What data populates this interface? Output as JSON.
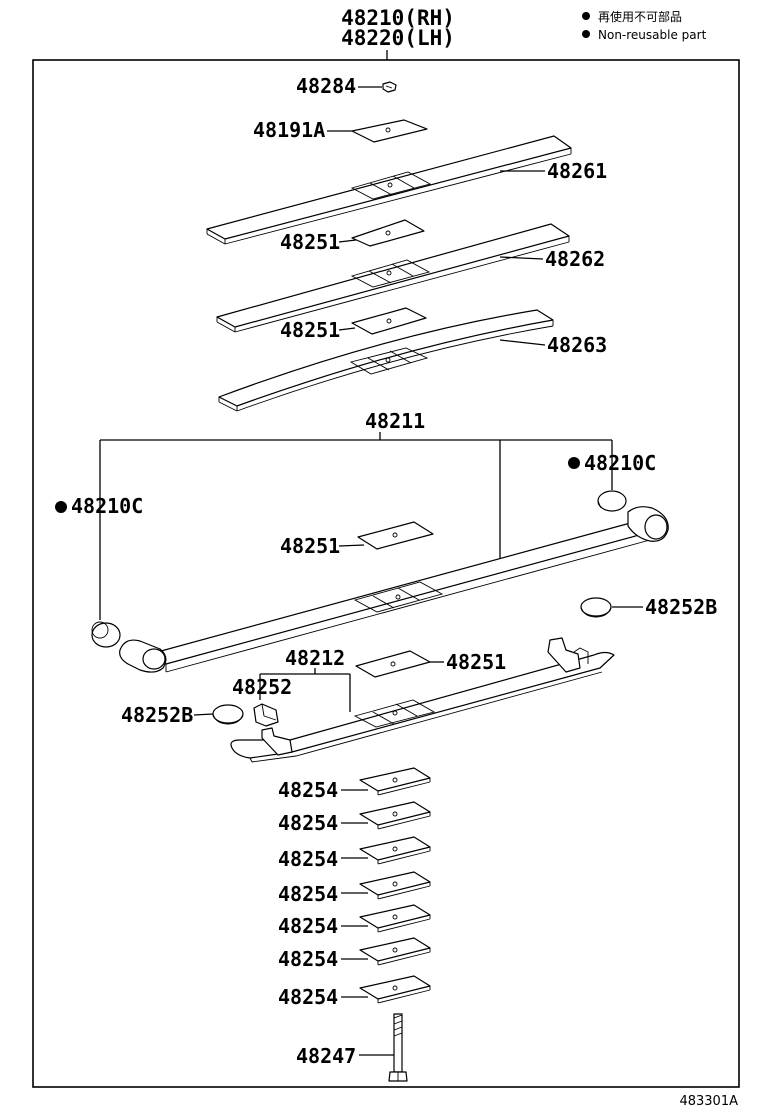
{
  "header": {
    "rh": "48210(RH)",
    "lh": "48220(LH)"
  },
  "legend": {
    "mark": "●",
    "ja": "再使用不可部品",
    "en": "Non-reusable part"
  },
  "parts": {
    "p48284": "48284",
    "p48191A": "48191A",
    "p48261": "48261",
    "p48251_a": "48251",
    "p48262": "48262",
    "p48251_b": "48251",
    "p48263": "48263",
    "p48211": "48211",
    "p48210C_right": "48210C",
    "p48210C_left": "48210C",
    "p48251_c": "48251",
    "p48252B_right": "48252B",
    "p48212": "48212",
    "p48251_d": "48251",
    "p48252": "48252",
    "p48252B_left": "48252B",
    "p48254_1": "48254",
    "p48254_2": "48254",
    "p48254_3": "48254",
    "p48254_4": "48254",
    "p48254_5": "48254",
    "p48254_6": "48254",
    "p48254_7": "48254",
    "p48247": "48247"
  },
  "figure_code": "483301A"
}
